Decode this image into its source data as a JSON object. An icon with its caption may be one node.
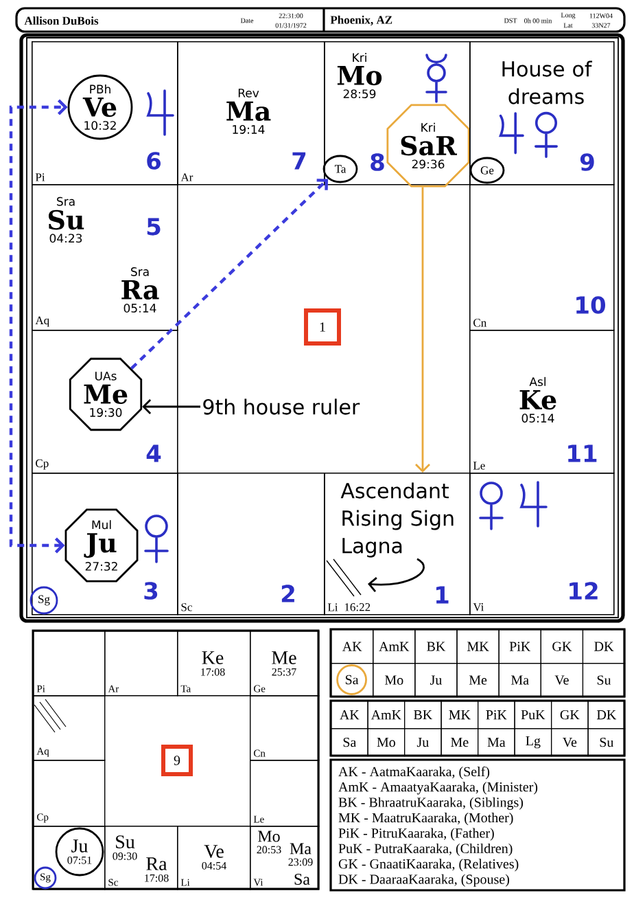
{
  "diagram": {
    "nodes": [
      {
        "text": [
          "6",
          "Pi"
        ]
      },
      {
        "text": [
          "PBh",
          "Ve",
          "10:32"
        ],
        "in": 0
      },
      {
        "text": [
          "Rev",
          "Ma",
          "19:14",
          "7",
          "Ar"
        ]
      },
      {
        "text": [
          "Kri",
          "Mo",
          "28:59",
          "8"
        ]
      },
      {
        "text": [
          "Ta"
        ],
        "in": 3
      },
      {
        "text": [
          "Kri",
          "SaR",
          "29:36"
        ],
        "in": 3
      },
      {
        "text": [
          "House of dreams",
          "9"
        ]
      },
      {
        "text": [
          "Ge"
        ],
        "in": 6
      },
      {
        "text": [
          "Sra",
          "Su",
          "04:23",
          "5",
          "Sra",
          "Ra",
          "05:14",
          "Aq"
        ]
      },
      {
        "text": [
          "1"
        ]
      },
      {
        "text": [
          "10",
          "Cn"
        ]
      },
      {
        "text": [
          "4",
          "Cp"
        ]
      },
      {
        "text": [
          "UAs",
          "Me",
          "19:30"
        ],
        "in": 11
      },
      {
        "text": [
          "9th house ruler"
        ]
      },
      {
        "text": [
          "Asl",
          "Ke",
          "05:14",
          "11",
          "Le"
        ]
      },
      {
        "text": [
          "3"
        ]
      },
      {
        "text": [
          "Mul",
          "Ju",
          "27:32"
        ],
        "in": 15
      },
      {
        "text": [
          "Sg"
        ],
        "in": 15
      },
      {
        "text": [
          "2",
          "Sc"
        ]
      },
      {
        "text": [
          "1",
          "Li",
          "16:22"
        ]
      },
      {
        "text": [
          "Ascendant Rising Sign Lagna"
        ],
        "in": 19
      },
      {
        "text": [
          "12",
          "Vi"
        ]
      },
      {
        "text": [
          "Pi"
        ]
      },
      {
        "text": [
          "Ar"
        ]
      },
      {
        "text": [
          "Ke",
          "17:08",
          "Ta"
        ]
      },
      {
        "text": [
          "Me",
          "25:37",
          "Ge"
        ]
      },
      {
        "text": [
          "Aq"
        ]
      },
      {
        "text": [
          "9"
        ]
      },
      {
        "text": [
          "Cn"
        ]
      },
      {
        "text": [
          "Cp"
        ]
      },
      {
        "text": [
          "Le"
        ]
      },
      {
        "text": [],
        "shape": "box"
      },
      {
        "text": [
          "Ju",
          "07:51"
        ],
        "in": 31
      },
      {
        "text": [
          "Sg"
        ],
        "in": 31
      },
      {
        "text": [
          "Su",
          "09:30",
          "Ra",
          "17:08",
          "Sc"
        ]
      },
      {
        "text": [
          "Ve",
          "04:54",
          "Li"
        ]
      },
      {
        "text": [
          "Mo",
          "20:53",
          "Ma",
          "23:09",
          "Sa",
          "Vi"
        ]
      },
      {
        "text": [
          "Sa"
        ]
      }
    ],
    "edges": [
      {
        "from": 16,
        "to": 1,
        "arrow": "both",
        "style": "dashed",
        "color": "#3b3bdc"
      },
      {
        "from": 12,
        "to": 4,
        "arrow": "to",
        "style": "dashed",
        "color": "#3b3bdc"
      },
      {
        "from": 5,
        "to": 19,
        "arrow": "to",
        "color": "#e9a93c"
      },
      {
        "from": 13,
        "to": 12,
        "arrow": "to",
        "color": "#000000"
      },
      {
        "from": 20,
        "to": null,
        "arrow": "to",
        "color": "#000000"
      }
    ],
    "labels": [
      "Allison DuBois",
      "Date",
      "22:31:00",
      "01/31/1972",
      "Phoenix, AZ",
      "DST",
      "0h 00 min",
      "Long",
      "112W04",
      "Lat",
      "33N27",
      "AK",
      "AmK",
      "BK",
      "MK",
      "PiK",
      "GK",
      "DK",
      "Mo",
      "Ju",
      "Me",
      "Ma",
      "Ve",
      "Su",
      "AK",
      "AmK",
      "BK",
      "MK",
      "PiK",
      "PuK",
      "GK",
      "DK",
      "Sa",
      "Mo",
      "Ju",
      "Me",
      "Ma",
      "Lg",
      "Ve",
      "Su",
      "AK - AatmaKaaraka, (Self)",
      "AmK - AmaatyaKaaraka, (Minister)",
      "BK - BhraatruKaaraka, (Siblings)",
      "MK - MaatruKaaraka, (Mother)",
      "PiK - PitruKaaraka, (Father)",
      "PuK - PutraKaaraka, (Children)",
      "GK - GnaatiKaaraka, (Relatives)",
      "DK - DaaraaKaaraka, (Spouse)"
    ]
  }
}
